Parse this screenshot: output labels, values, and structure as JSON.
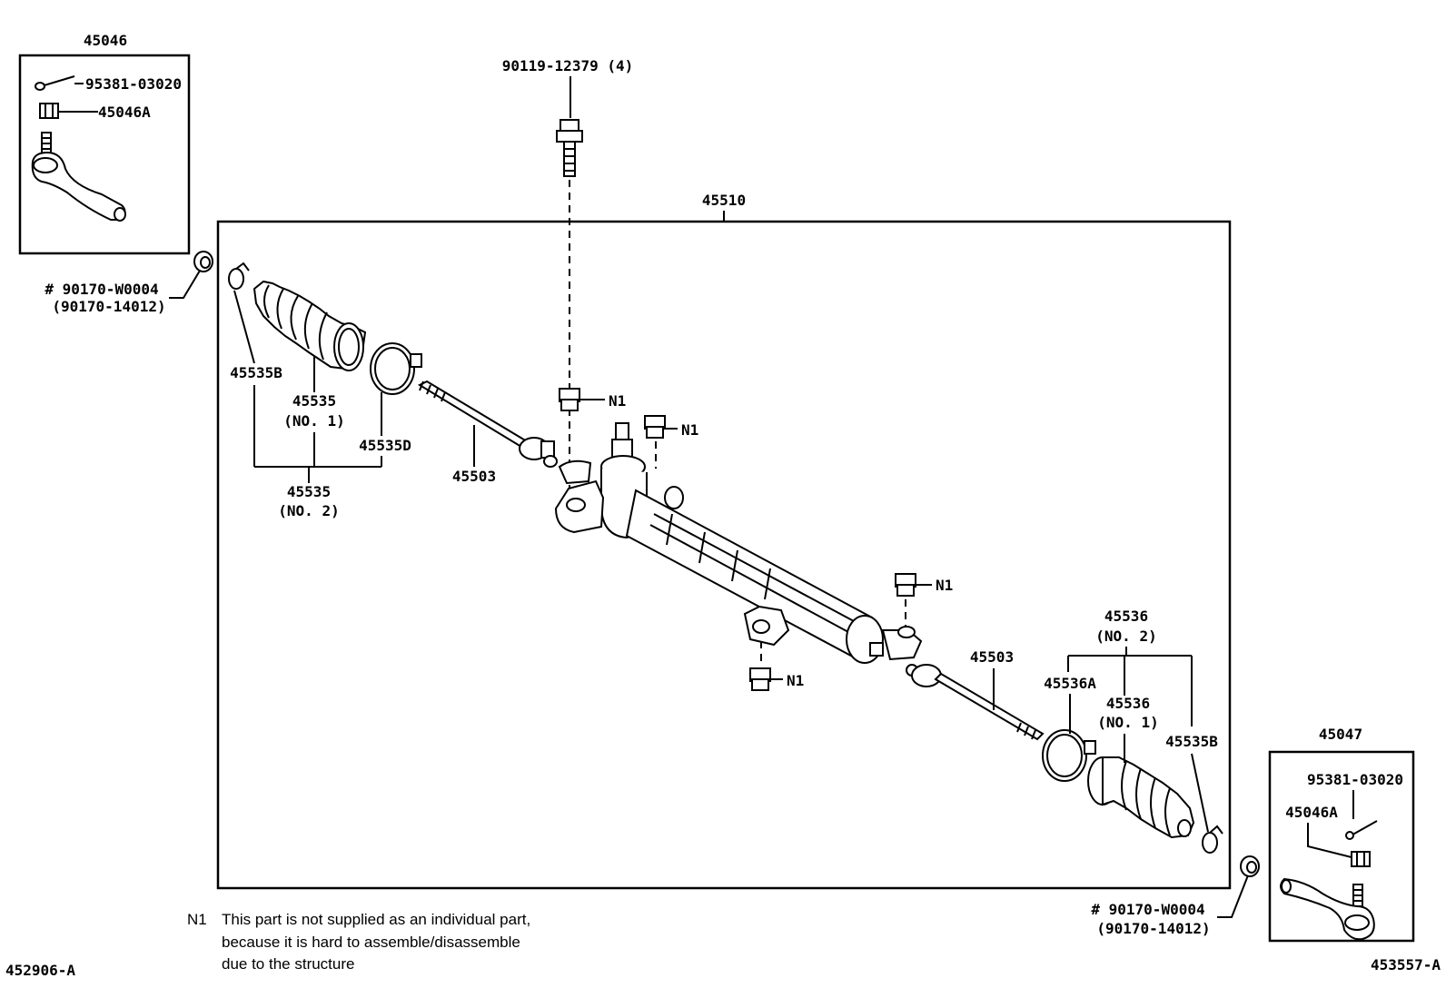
{
  "labels": {
    "p45046": "45046",
    "p95381_tl": "95381-03020",
    "p45046A_tl": "45046A",
    "p90119": "90119-12379 (4)",
    "p45510": "45510",
    "p90170_l": "# 90170-W0004",
    "p90170_l_alt": "(90170-14012)",
    "p45535B_l": "45535B",
    "p45535": "45535",
    "p45535_no1": "(NO. 1)",
    "p45535D": "45535D",
    "p45535_b": "45535",
    "p45535_no2": "(NO. 2)",
    "p45503_l": "45503",
    "n1_a": "N1",
    "n1_b": "N1",
    "n1_c": "N1",
    "n1_d": "N1",
    "p45536_top": "45536",
    "p45536_no2": "(NO. 2)",
    "p45503_r": "45503",
    "p45536A": "45536A",
    "p45536_mid": "45536",
    "p45536_no1": "(NO. 1)",
    "p45535B_r": "45535B",
    "p45047": "45047",
    "p95381_br": "95381-03020",
    "p45046A_br": "45046A",
    "p90170_r": "# 90170-W0004",
    "p90170_r_alt": "(90170-14012)",
    "ref_left": "452906-A",
    "ref_right": "453557-A"
  },
  "note": {
    "marker": "N1",
    "line1": "This part is not supplied as an individual part,",
    "line2": "because it is hard to assemble/disassemble",
    "line3": "due to the structure"
  }
}
